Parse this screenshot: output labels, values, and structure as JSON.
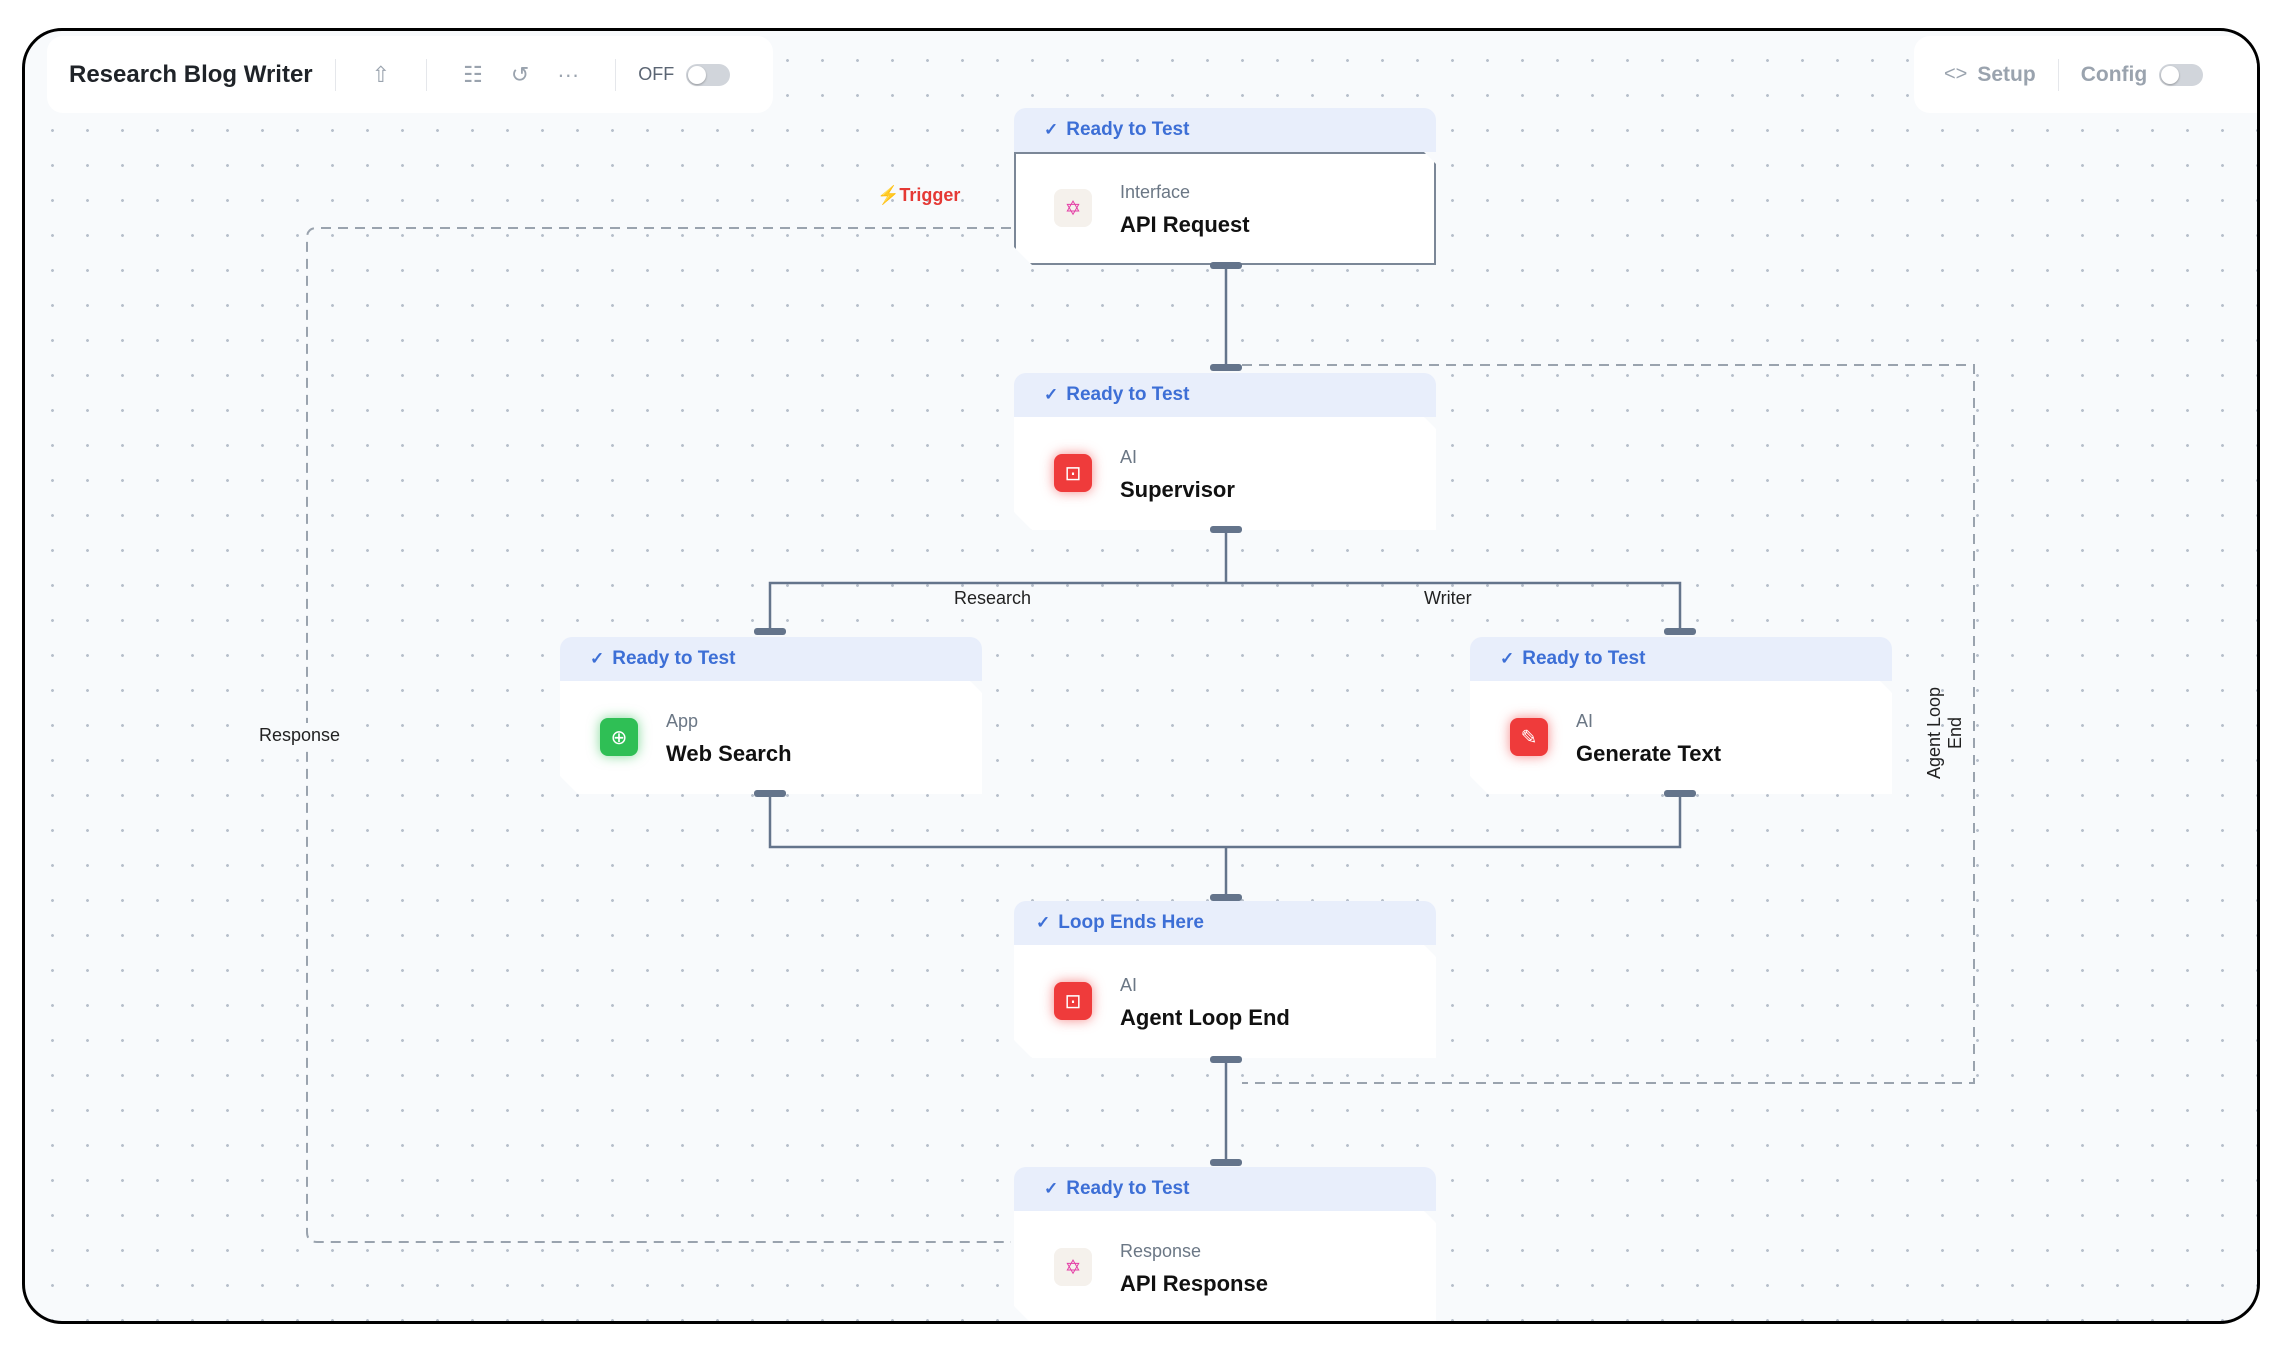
{
  "toolbar": {
    "title": "Research Blog Writer",
    "icons": [
      "upload-icon",
      "list-icon",
      "history-icon",
      "more-icon"
    ],
    "toggle_label": "OFF",
    "toggle_on": false
  },
  "right_toolbar": {
    "setup_label": "Setup",
    "setup_icon": "code-icon",
    "config_label": "Config",
    "config_on": false
  },
  "colors": {
    "status": "#3d6fd6",
    "trigger": "#e53935",
    "ai": "#ef3b3b",
    "app": "#2fbf55",
    "interface": "#e43fa6"
  },
  "edges": {
    "trigger": "Trigger",
    "research": "Research",
    "writer": "Writer",
    "response": "Response",
    "loop": "Agent Loop End"
  },
  "nodes": [
    {
      "status": "Ready to Test",
      "category": "Interface",
      "title": "API Request",
      "icon": "graphql-icon"
    },
    {
      "status": "Ready to Test",
      "category": "AI",
      "title": "Supervisor",
      "icon": "robot-icon"
    },
    {
      "status": "Ready to Test",
      "category": "App",
      "title": "Web Search",
      "icon": "globe-icon"
    },
    {
      "status": "Ready to Test",
      "category": "AI",
      "title": "Generate Text",
      "icon": "clipboard-edit-icon"
    },
    {
      "status": "Loop Ends Here",
      "category": "AI",
      "title": "Agent Loop End",
      "icon": "robot-icon"
    },
    {
      "status": "Ready to Test",
      "category": "Response",
      "title": "API Response",
      "icon": "graphql-icon"
    }
  ]
}
